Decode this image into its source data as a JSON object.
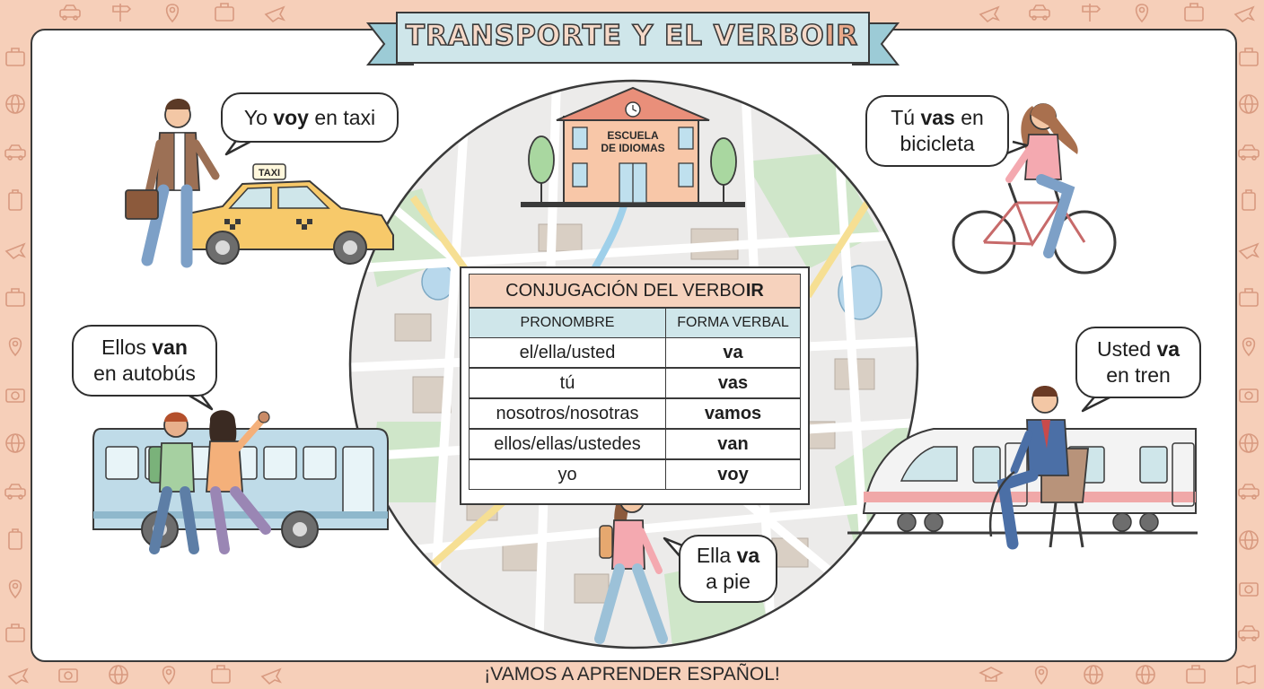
{
  "title": {
    "main": "TRANSPORTE Y EL VERBO ",
    "highlight": "IR"
  },
  "school_sign": {
    "line1": "ESCUELA",
    "line2": "DE IDIOMAS"
  },
  "taxi_sign": "TAXI",
  "bubbles": {
    "taxi": {
      "pre": "Yo ",
      "verb": "voy",
      "post": " en taxi"
    },
    "bicycle": {
      "pre": "Tú ",
      "verb": "vas",
      "post": " en",
      "line2": "bicicleta"
    },
    "bus": {
      "pre": "Ellos ",
      "verb": "van",
      "line2": "en autobús"
    },
    "train": {
      "pre": "Usted ",
      "verb": "va",
      "line2": "en tren"
    },
    "walk": {
      "pre": "Ella ",
      "verb": "va",
      "line2": "a pie"
    }
  },
  "conjugation": {
    "title_pre": "CONJUGACIÓN DEL VERBO ",
    "title_verb": "IR",
    "headers": [
      "PRONOMBRE",
      "FORMA VERBAL"
    ],
    "rows": [
      [
        "el/ella/usted",
        "va"
      ],
      [
        "tú",
        "vas"
      ],
      [
        "nosotros/nosotras",
        "vamos"
      ],
      [
        "ellos/ellas/ustedes",
        "van"
      ],
      [
        "yo",
        "voy"
      ]
    ]
  },
  "footer": "¡VAMOS A APRENDER ESPAÑOL!",
  "colors": {
    "border_bg": "#f6cfb9",
    "banner": "#cfe6ea",
    "table_title": "#f6d2bd",
    "map_road": "#ffffff",
    "map_base": "#ecebea",
    "park": "#cfe6c9",
    "water": "#b8d8ec",
    "taxi": "#f7c96a",
    "bus": "#bfdbe8"
  },
  "border_icons": [
    "car-icon",
    "signpost-icon",
    "map-pin-icon",
    "suitcase-icon",
    "airplane-icon",
    "globe-icon",
    "camera-icon",
    "graduation-cap-icon"
  ]
}
